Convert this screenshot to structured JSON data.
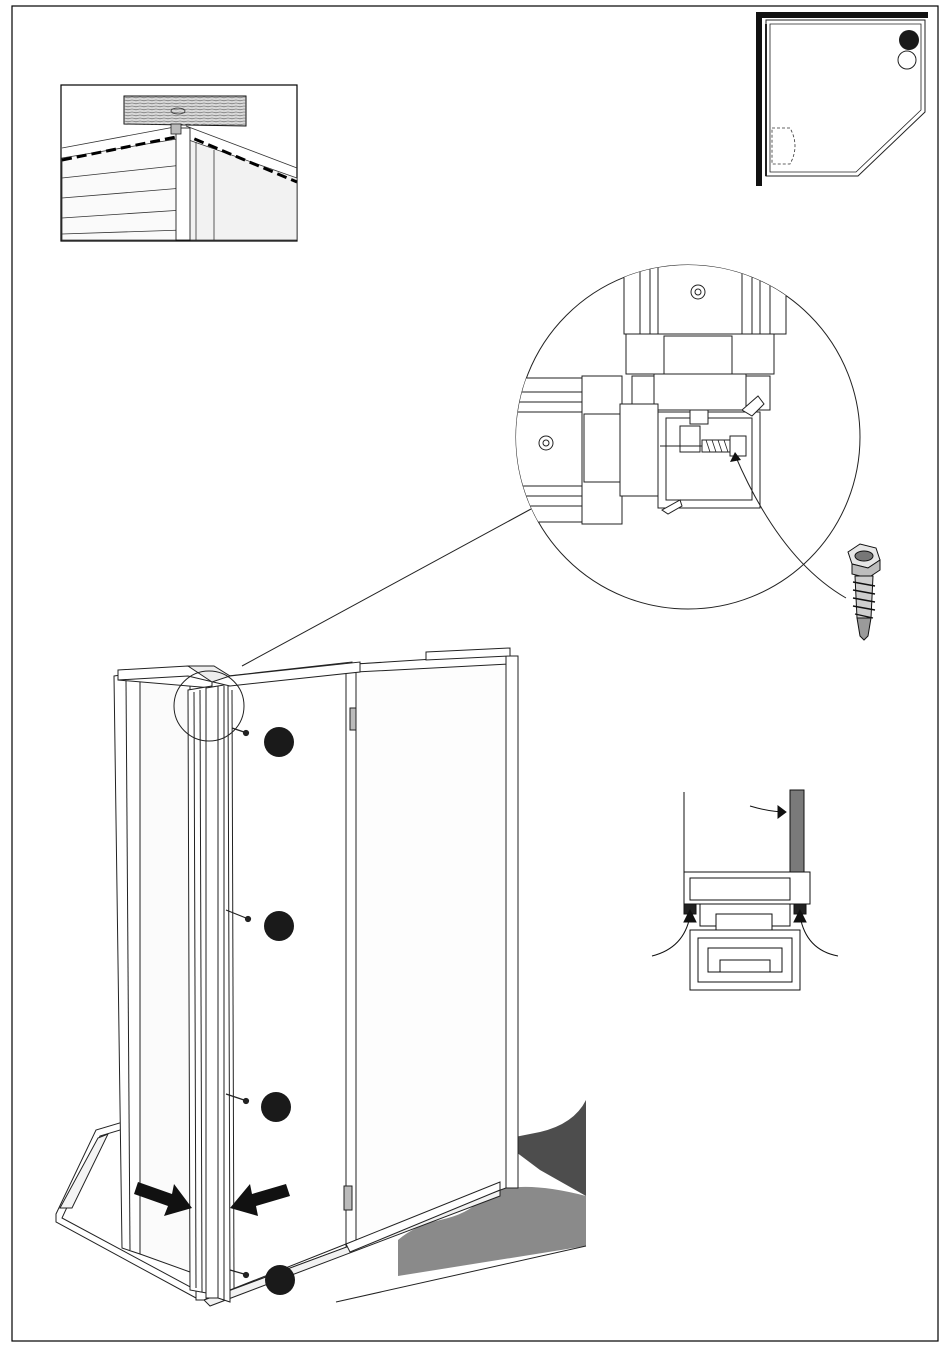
{
  "page": {
    "border_color": "#000000",
    "background": "#ffffff"
  },
  "colors": {
    "line": "#1a1a1a",
    "marker_fill": "#1a1a1a",
    "floor_dark": "#4d4d4d",
    "floor_mid": "#8a8a8a",
    "glass_panel": "#7a7a7a",
    "wood": "#c8c8c8"
  },
  "step_markers": [
    {
      "name": "step-marker-1"
    },
    {
      "name": "step-marker-2"
    },
    {
      "name": "step-marker-3"
    },
    {
      "name": "step-marker-4"
    }
  ],
  "plan_view": {
    "marker_filled": true,
    "marker_outline": true
  },
  "icons": {
    "screw": "self-drilling-hex-screw-icon",
    "arrows": "push-arrow-icon"
  }
}
